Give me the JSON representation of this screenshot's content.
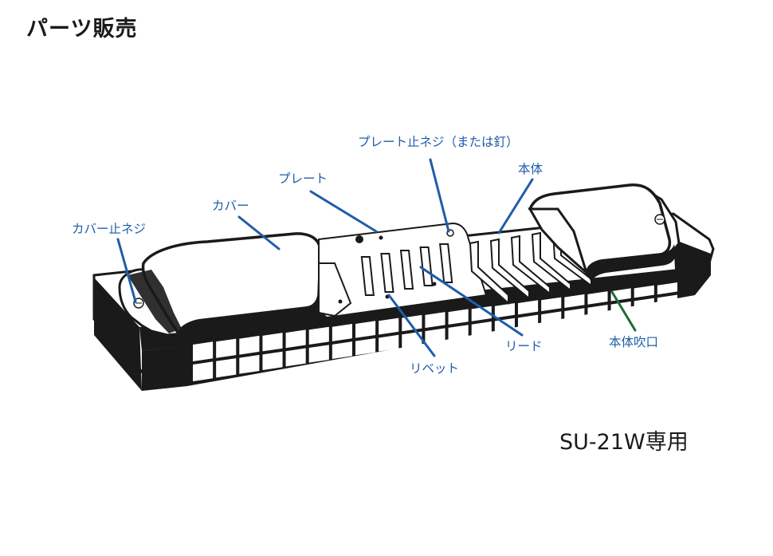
{
  "title": "パーツ販売",
  "model_note": "SU-21W専用",
  "colors": {
    "label": "#1f5da8",
    "leader_blue": "#1f5da8",
    "leader_green": "#1e6b3a",
    "outline": "#1a1a1a"
  },
  "labels": {
    "plate_screw": "プレート止ネジ（または釘）",
    "body": "本体",
    "plate": "プレート",
    "cover": "カバー",
    "cover_screw": "カバー止ネジ",
    "reed": "リード",
    "body_mouthpiece": "本体吹口",
    "rivet": "リベット"
  }
}
